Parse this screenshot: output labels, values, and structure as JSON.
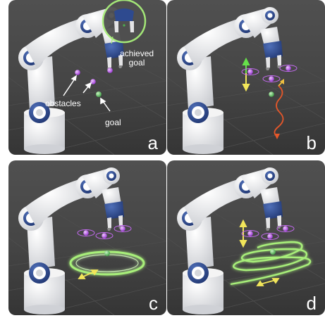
{
  "panels": [
    {
      "letter": "a",
      "labels": {
        "obstacles": "obstacles",
        "goal": "goal",
        "achieved_line1": "achieved",
        "achieved_line2": "goal"
      }
    },
    {
      "letter": "b"
    },
    {
      "letter": "c"
    },
    {
      "letter": "d"
    }
  ],
  "colors": {
    "floor": "#3b3b3b",
    "sky": "#454545",
    "robot_white": "#f0f0f0",
    "robot_blue": "#2e4a8f",
    "obstacle": "#b455e8",
    "goal": "#4caf50",
    "ring_green": "#a8ef7a",
    "arrow_yellow": "#f2e65a",
    "arrow_green": "#66e04a",
    "curve_red": "#e5572a",
    "curve_yellow": "#f0c040"
  }
}
